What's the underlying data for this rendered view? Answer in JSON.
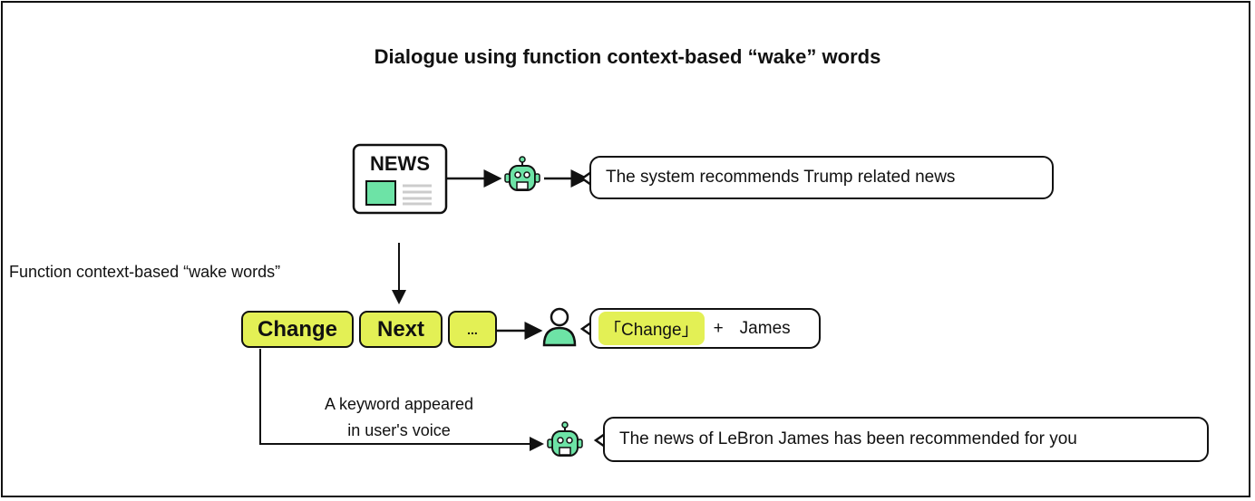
{
  "title": "Dialogue using function context-based “wake” words",
  "news_icon_label": "NEWS",
  "system_message": "The system recommends Trump related news",
  "side_label": "Function context-based “wake words”",
  "wake_words": [
    "Change",
    "Next",
    "..."
  ],
  "user_utterance": {
    "keyword": "「Change」",
    "plus": "+",
    "name": "James"
  },
  "keyword_label_line1": "A keyword appeared",
  "keyword_label_line2": "in user's voice",
  "response_message": "The news of LeBron James has been recommended for you",
  "colors": {
    "highlight": "#e3f055",
    "accent_green": "#6de3a6"
  }
}
